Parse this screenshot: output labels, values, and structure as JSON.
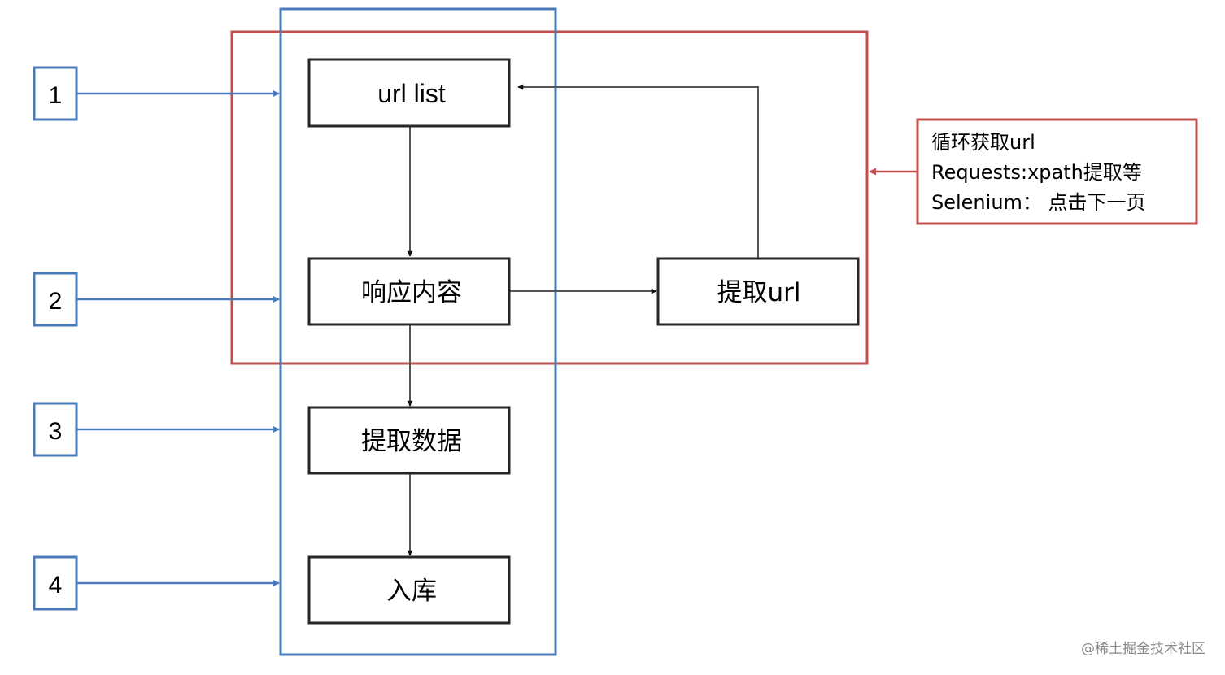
{
  "labels": {
    "step1": "1",
    "step2": "2",
    "step3": "3",
    "step4": "4"
  },
  "nodes": {
    "url_list": "url list",
    "response": "响应内容",
    "extract_url": "提取url",
    "extract_data": "提取数据",
    "store": "入库"
  },
  "note": {
    "line1": "循环获取url",
    "line2": "Requests:xpath提取等",
    "line3": "Selenium：  点击下一页"
  },
  "watermark": "@稀土掘金技术社区",
  "colors": {
    "blue": "#4a7ab8",
    "red": "#c0504d",
    "node_border": "#262626",
    "arrow": "#404040"
  }
}
